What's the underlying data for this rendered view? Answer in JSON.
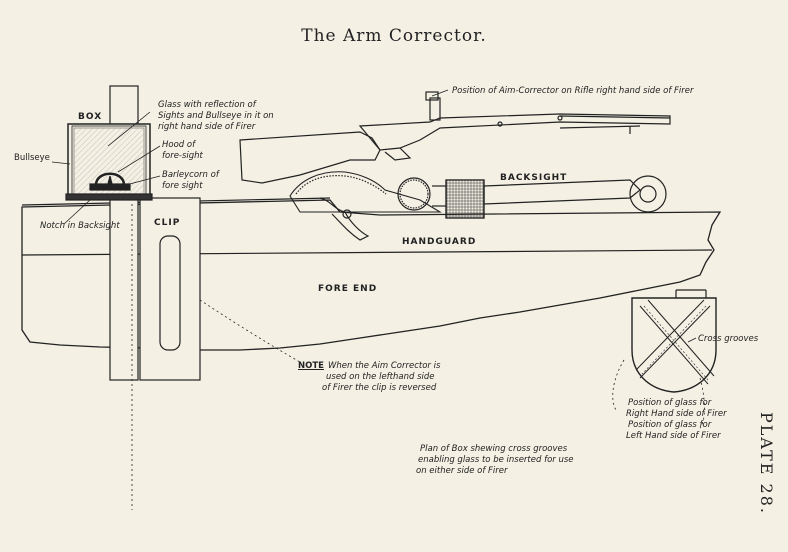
{
  "title": "The Arm Corrector.",
  "plate": "PLATE 28.",
  "labels": {
    "box": "BOX",
    "bullseye": "Bullseye",
    "glass_line1": "Glass with reflection of",
    "glass_line2": "Sights and Bullseye in it on",
    "glass_line3": "right hand side of Firer",
    "hood_line1": "Hood of",
    "hood_line2": "fore-sight",
    "barleycorn_line1": "Barleycorn of",
    "barleycorn_line2": "fore sight",
    "notch": "Notch in Backsight",
    "clip": "CLIP",
    "position_rifle": "Position of Aim-Corrector on Rifle right hand side of Firer",
    "backsight": "BACKSIGHT",
    "handguard": "HANDGUARD",
    "fore_end": "FORE END",
    "note_head": "NOTE",
    "note_line1": "When the Aim Corrector is",
    "note_line2": "used on the lefthand side",
    "note_line3": "of Firer the clip is reversed",
    "cross_grooves": "Cross grooves",
    "pos_right_line1": "Position of glass for",
    "pos_right_line2": "Right Hand side of Firer",
    "pos_left_line1": "Position of glass for",
    "pos_left_line2": "Left Hand side of Firer",
    "plan_line1": "Plan of Box shewing cross grooves",
    "plan_line2": "enabling glass to be inserted for use",
    "plan_line3": "on either side of Firer"
  },
  "colors": {
    "paper": "#f4f0e4",
    "ink": "#222222"
  }
}
